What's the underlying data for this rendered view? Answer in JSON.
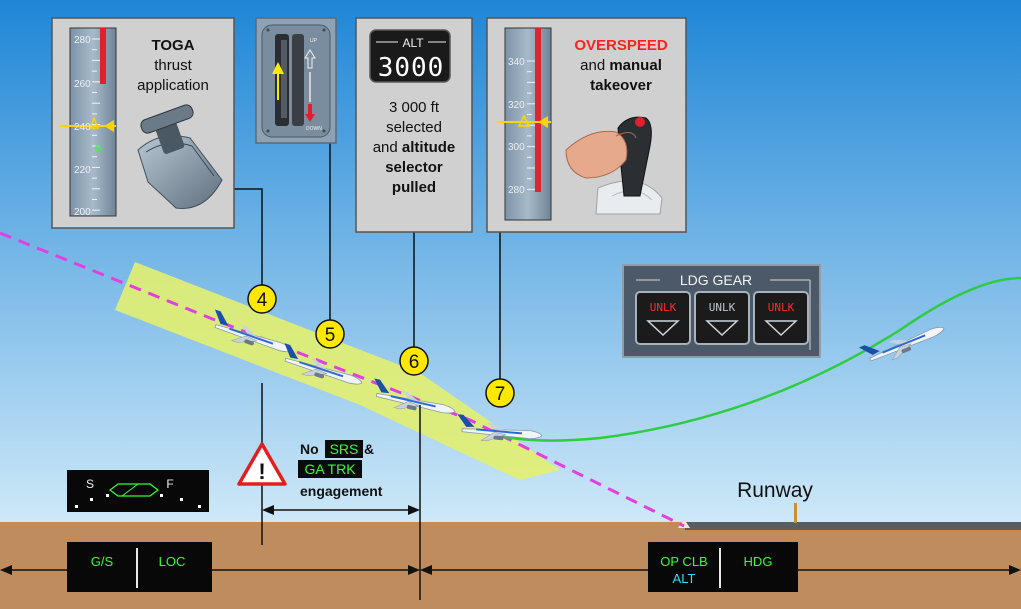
{
  "colors": {
    "sky_top": "#1f86d6",
    "sky_bottom": "#cfe9f8",
    "ground": "#bf8c5d",
    "panel": "#d0d0d0",
    "callout_yellow": "#ffe800",
    "green_path": "#2ecc40",
    "magenta_path": "#e040e0",
    "beam": "#e2f070",
    "fma_green": "#33ff33",
    "fma_cyan": "#33ddff",
    "overspeed_red": "#ff2020"
  },
  "panels": {
    "toga": {
      "line1": "TOGA",
      "line2": "thrust",
      "line3": "application",
      "scale": [
        "280",
        "260",
        "240",
        "220",
        "200"
      ]
    },
    "alt": {
      "display_label": "ALT",
      "display_value": "3000",
      "text_line1": "3 000 ft",
      "text_line2": "selected",
      "text_line3_prefix": "and ",
      "text_line3_bold": "altitude",
      "text_line4": "selector",
      "text_line5": "pulled"
    },
    "overspeed": {
      "title": "OVERSPEED",
      "line2_prefix": "and ",
      "line2_bold": "manual",
      "line3": "takeover",
      "scale": [
        "340",
        "320",
        "300",
        "280"
      ]
    },
    "flap": {
      "up_label": "UP",
      "down_label": "DOWN"
    }
  },
  "ldg_gear": {
    "title": "LDG GEAR",
    "lights": [
      "UNLK",
      "UNLK",
      "UNLK"
    ]
  },
  "callouts": [
    "4",
    "5",
    "6",
    "7"
  ],
  "warning": {
    "icon_glyph": "!",
    "line1_prefix": "No ",
    "badge1": "SRS",
    "line1_suffix": " &",
    "badge2": "GA TRK",
    "line3": "engagement"
  },
  "flaps_indicator": {
    "s_label": "S",
    "f_label": "F"
  },
  "runway_label": "Runway",
  "fma_left": {
    "col1": "G/S",
    "col2": "LOC"
  },
  "fma_right": {
    "col1_line1": "OP CLB",
    "col1_line2": "ALT",
    "col2": "HDG"
  }
}
